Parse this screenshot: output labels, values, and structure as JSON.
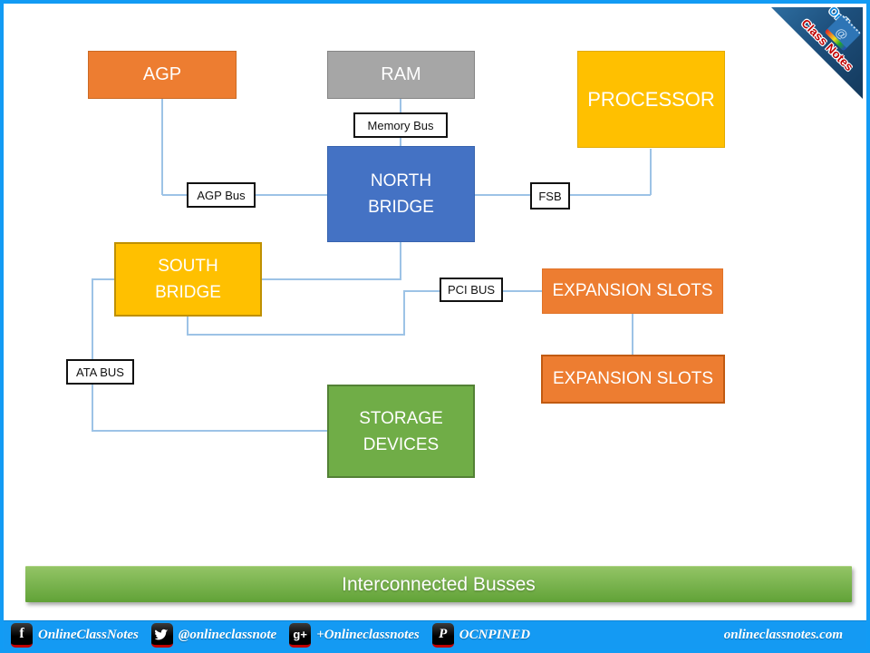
{
  "diagram": {
    "nodes": {
      "agp": {
        "label": "AGP",
        "color": "#ED7D31"
      },
      "ram": {
        "label": "RAM",
        "color": "#A6A6A6"
      },
      "processor": {
        "label": "PROCESSOR",
        "color": "#FFC000"
      },
      "north_bridge": {
        "label": "NORTH\nBRIDGE",
        "color": "#4472C4"
      },
      "south_bridge": {
        "label": "SOUTH\nBRIDGE",
        "color": "#FFC000"
      },
      "expansion_slots_1": {
        "label": "EXPANSION SLOTS",
        "color": "#ED7D31"
      },
      "expansion_slots_2": {
        "label": "EXPANSION SLOTS",
        "color": "#ED7D31"
      },
      "storage_devices": {
        "label": "STORAGE\nDEVICES",
        "color": "#70AD47"
      }
    },
    "bus_labels": {
      "memory_bus": "Memory Bus",
      "agp_bus": "AGP Bus",
      "fsb": "FSB",
      "pci_bus": "PCI BUS",
      "ata_bus": "ATA BUS"
    },
    "bottom_bar": {
      "label": "Interconnected Busses",
      "color": "#70AD47"
    },
    "connector_color": "#9DC3E6"
  },
  "corner_banner": {
    "line1": "Online",
    "line2": "Class Notes",
    "notebook_glyph": "@",
    "line1_color": "#0A86DC",
    "line2_color": "#C00000"
  },
  "footer": {
    "facebook_label": "OnlineClassNotes",
    "twitter_label": "@onlineclassnote",
    "googleplus_label": "+Onlineclassnotes",
    "pinterest_label": "OCNPINED",
    "website": "onlineclassnotes.com",
    "facebook_glyph": "f",
    "googleplus_glyph": "g+",
    "pinterest_glyph": "P",
    "bar_color": "#149AF3"
  }
}
